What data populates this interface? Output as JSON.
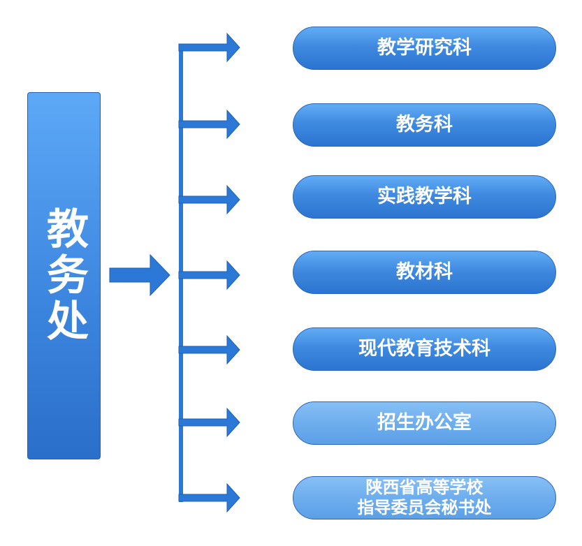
{
  "root": {
    "label": "教务处"
  },
  "branches": [
    {
      "label": "教学研究科"
    },
    {
      "label": "教务科"
    },
    {
      "label": "实践教学科"
    },
    {
      "label": "教材科"
    },
    {
      "label": "现代教育技术科"
    },
    {
      "label": "招生办公室"
    },
    {
      "label_line1": "陕西省高等学校",
      "label_line2": "指导委员会秘书处"
    }
  ],
  "colors": {
    "arrow": "#2c78d6",
    "node_dark": "#3f8ae0",
    "node_light": "#6eaeee",
    "text": "#ffffff"
  }
}
